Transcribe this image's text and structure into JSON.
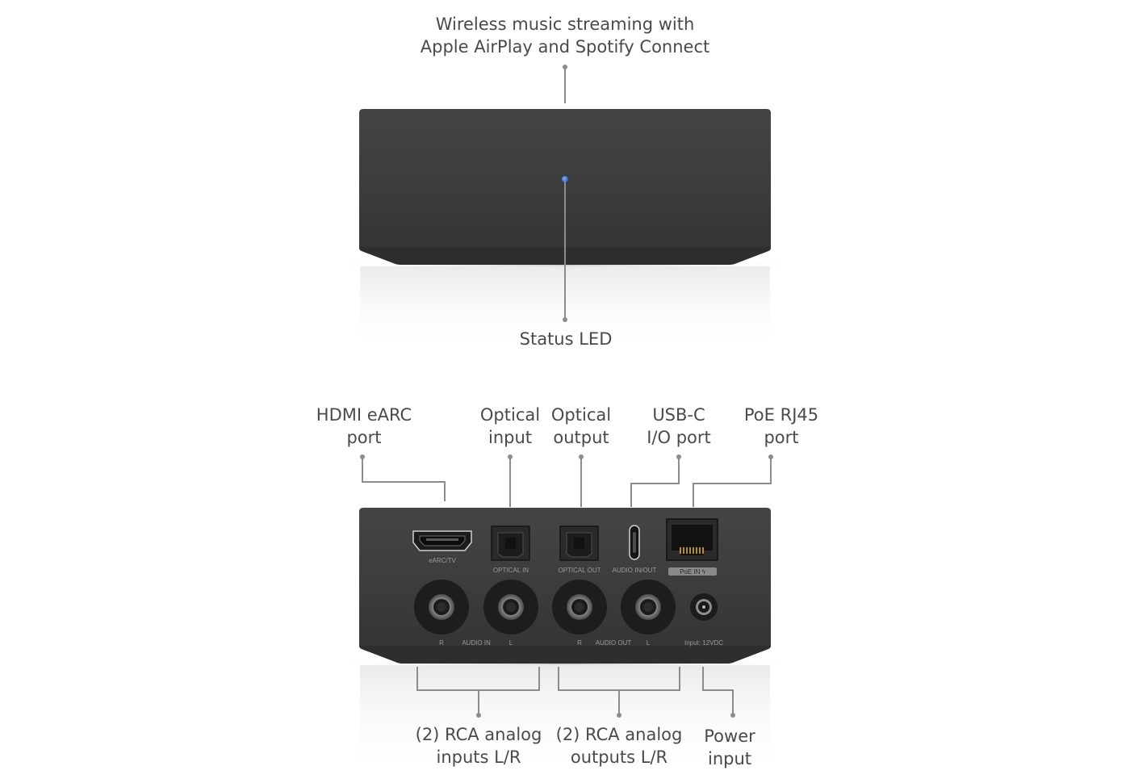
{
  "callouts": {
    "top": [
      "Wireless music streaming with",
      "Apple AirPlay and Spotify Connect"
    ],
    "status_led": [
      "Status LED"
    ],
    "hdmi": [
      "HDMI eARC",
      "port"
    ],
    "optical_in": [
      "Optical",
      "input"
    ],
    "optical_out": [
      "Optical",
      "output"
    ],
    "usbc": [
      "USB-C",
      "I/O port"
    ],
    "poe": [
      "PoE RJ45",
      "port"
    ],
    "rca_in": [
      "(2) RCA analog",
      "inputs L/R"
    ],
    "rca_out": [
      "(2) RCA analog",
      "outputs L/R"
    ],
    "power": [
      "Power",
      "input"
    ]
  },
  "port_labels": {
    "earc": "eARC/TV",
    "optical_in": "OPTICAL IN",
    "optical_out": "OPTICAL OUT",
    "usb": "AUDIO IN/OUT",
    "poe": "PoE IN ϟ",
    "rca_r1": "R",
    "audio_in": "AUDIO IN",
    "rca_l1": "L",
    "rca_r2": "R",
    "audio_out": "AUDIO OUT",
    "rca_l2": "L",
    "power": "Input: 12VDC"
  },
  "colors": {
    "device": "#3b3b3b",
    "device_edge": "#2a2a2a",
    "leader": "#8c8c8c",
    "led": "#2f7be8",
    "text": "#4a4a4a"
  }
}
